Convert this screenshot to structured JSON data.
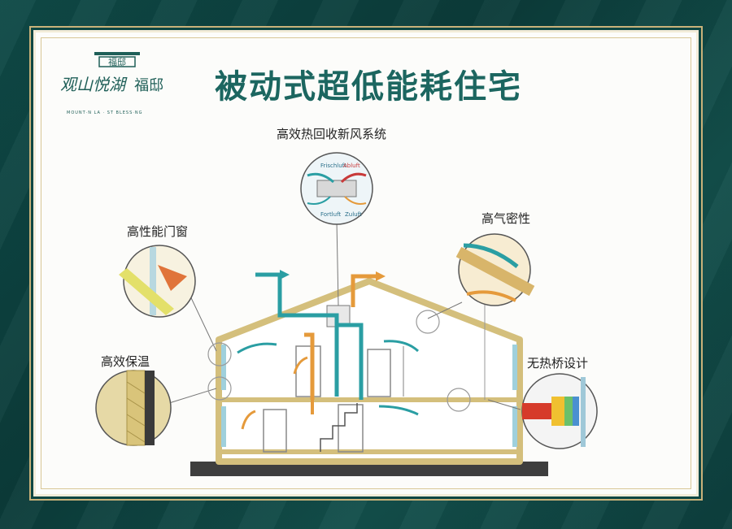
{
  "brand": {
    "mark": "福邸",
    "name": "观山悦湖",
    "sub": "福邸",
    "tagline": "MOUNT·N  LA  ·  ST  BLESS·NG"
  },
  "title": "被动式超低能耗住宅",
  "callouts": {
    "ventilation": "高效热回收新风系统",
    "windows": "高性能门窗",
    "airtight": "高气密性",
    "insulation": "高效保温",
    "thermal_bridge": "无热桥设计"
  },
  "heat_exchanger_labels": {
    "fresh": "Frischluft",
    "exhaust": "Abluft",
    "out": "Fortluft",
    "supply": "Zuluft"
  },
  "colors": {
    "background": "#0f4a47",
    "title": "#1c6660",
    "house_frame": "#d4bf7c",
    "fresh_air": "#2a9ea3",
    "exhaust_air": "#e59a3b",
    "card": "#fcfcfa"
  }
}
